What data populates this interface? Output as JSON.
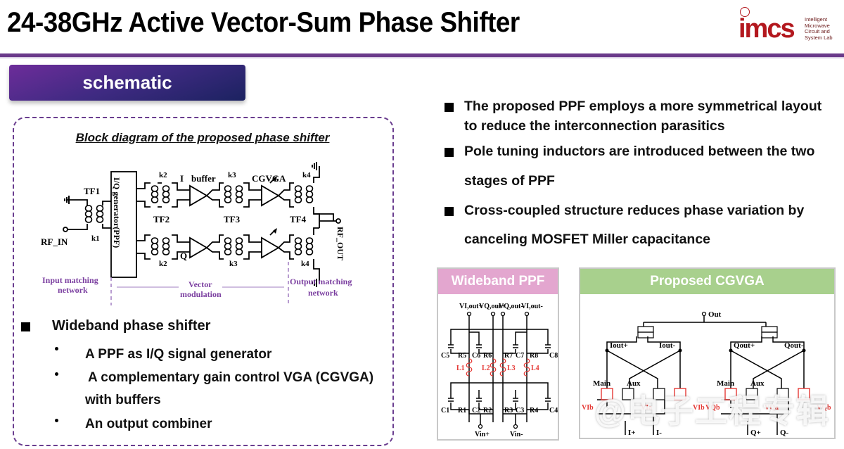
{
  "header": {
    "title": "24-38GHz Active Vector-Sum Phase Shifter",
    "logo": {
      "text": "imcs",
      "subtitle_lines": [
        "Intelligent",
        "Microwave",
        "Circuit and",
        "System Lab"
      ]
    }
  },
  "section_button": {
    "label": "schematic"
  },
  "block_diagram": {
    "title": "Block diagram of the proposed phase shifter",
    "labels": {
      "tf1": "TF1",
      "tf2": "TF2",
      "tf3": "TF3",
      "tf4": "TF4",
      "k1": "k1",
      "k2": "k2",
      "k3": "k3",
      "k4": "k4",
      "rf_in": "RF_IN",
      "rf_out": "RF_OUT",
      "iq_gen": "I/Q generator(PPF)",
      "i_label": "I",
      "buffer": "buffer",
      "q_label": "Q",
      "cgvga": "CGVGA"
    },
    "regions": {
      "input": "Input matching network",
      "vector": "Vector modulation",
      "output": "Output matching network"
    }
  },
  "left_bullets": {
    "main": "Wideband phase shifter",
    "subs": [
      "A PPF as I/Q signal generator",
      "A complementary gain control VGA (CGVGA)",
      "with buffers",
      "An output combiner"
    ]
  },
  "right_bullets": [
    {
      "line1": "The proposed PPF employs a more symmetrical layout",
      "line2": "to reduce the interconnection parasitics"
    },
    {
      "line1": "Pole tuning inductors are introduced between the two",
      "line2": "stages of PPF"
    },
    {
      "line1": "Cross-coupled structure reduces phase variation by",
      "line2": "canceling MOSFET Miller capacitance"
    }
  ],
  "ppf_panel": {
    "title": "Wideband PPF",
    "top_nodes": [
      "VI,out+",
      "VQ,out+",
      "VQ,out-",
      "VI,out-"
    ],
    "upper_components": [
      "C5",
      "R5",
      "C6",
      "R6",
      "R7",
      "C7",
      "R8",
      "C8"
    ],
    "inductors": [
      "L1",
      "L2",
      "L3",
      "L4"
    ],
    "lower_components": [
      "C1",
      "R1",
      "C2",
      "R2",
      "R3",
      "C3",
      "R4",
      "C4"
    ],
    "inputs": [
      "Vin+",
      "Vin-"
    ]
  },
  "cgvga_panel": {
    "title": "Proposed CGVGA",
    "out": "Out",
    "i_labels": {
      "plus": "Iout+",
      "minus": "Iout-",
      "main": "Main",
      "aux": "Aux",
      "vb": "VIb",
      "va": "VIa",
      "in_plus": "I+",
      "in_minus": "I-"
    },
    "q_labels": {
      "plus": "Qout+",
      "minus": "Qout-",
      "main": "Main",
      "aux": "Aux",
      "vb": "VQb",
      "va": "VQa",
      "in_plus": "Q+",
      "in_minus": "Q-"
    },
    "highlight_color": "#e53935"
  },
  "watermark": "@电子工程专辑",
  "colors": {
    "accent_purple": "#6a3a8a",
    "logo_red": "#b3181e",
    "ppf_header": "#e3a6cf",
    "cgvga_header": "#a8d08d",
    "region_label": "#7b3fa0"
  }
}
